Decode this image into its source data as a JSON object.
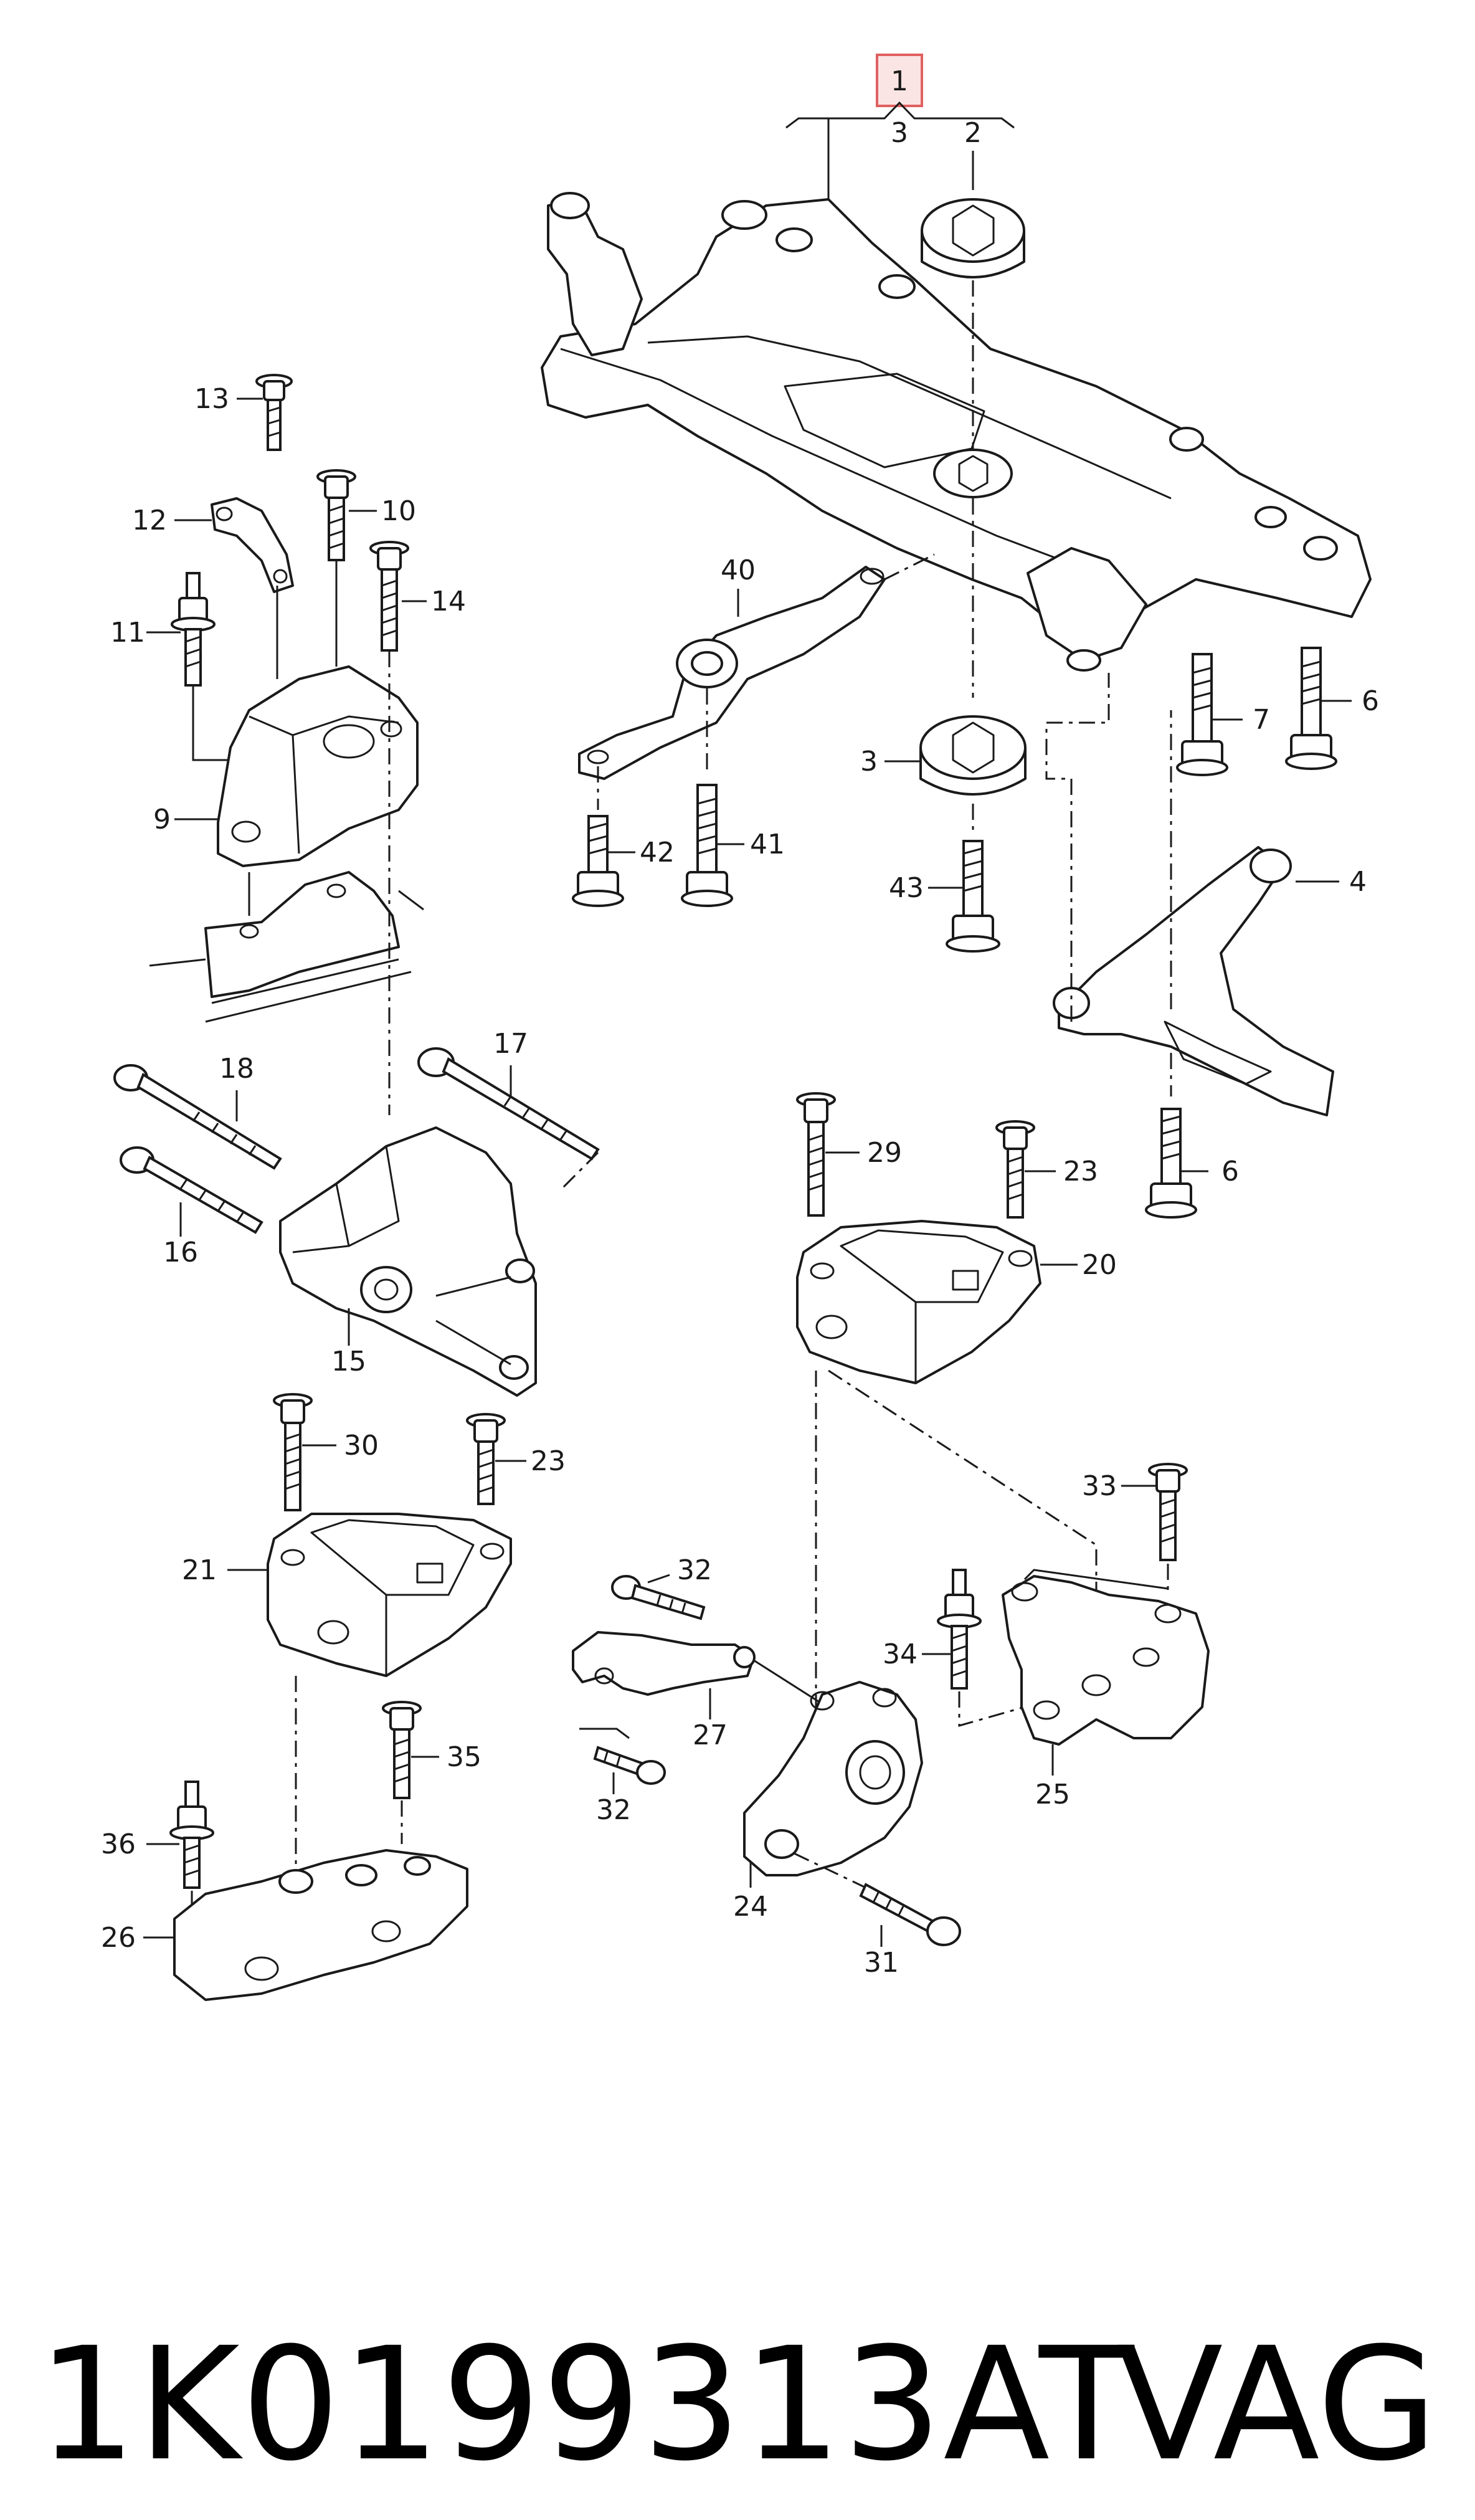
{
  "diagram": {
    "callouts": {
      "c1": "1",
      "c2": "2",
      "c3a": "3",
      "c3b": "3",
      "c4": "4",
      "c6a": "6",
      "c6b": "6",
      "c7": "7",
      "c9": "9",
      "c10": "10",
      "c11": "11",
      "c12": "12",
      "c13": "13",
      "c14": "14",
      "c15": "15",
      "c16": "16",
      "c17": "17",
      "c18": "18",
      "c20": "20",
      "c21": "21",
      "c23a": "23",
      "c23b": "23",
      "c24": "24",
      "c25": "25",
      "c26": "26",
      "c27": "27",
      "c29": "29",
      "c30": "30",
      "c31": "31",
      "c32a": "32",
      "c32b": "32",
      "c33": "33",
      "c34": "34",
      "c35": "35",
      "c36": "36",
      "c40": "40",
      "c41": "41",
      "c42": "42",
      "c43": "43"
    },
    "highlight_color": "#e06060"
  },
  "footer": {
    "part_number": "1K0199313AT",
    "brand": "VAG"
  }
}
